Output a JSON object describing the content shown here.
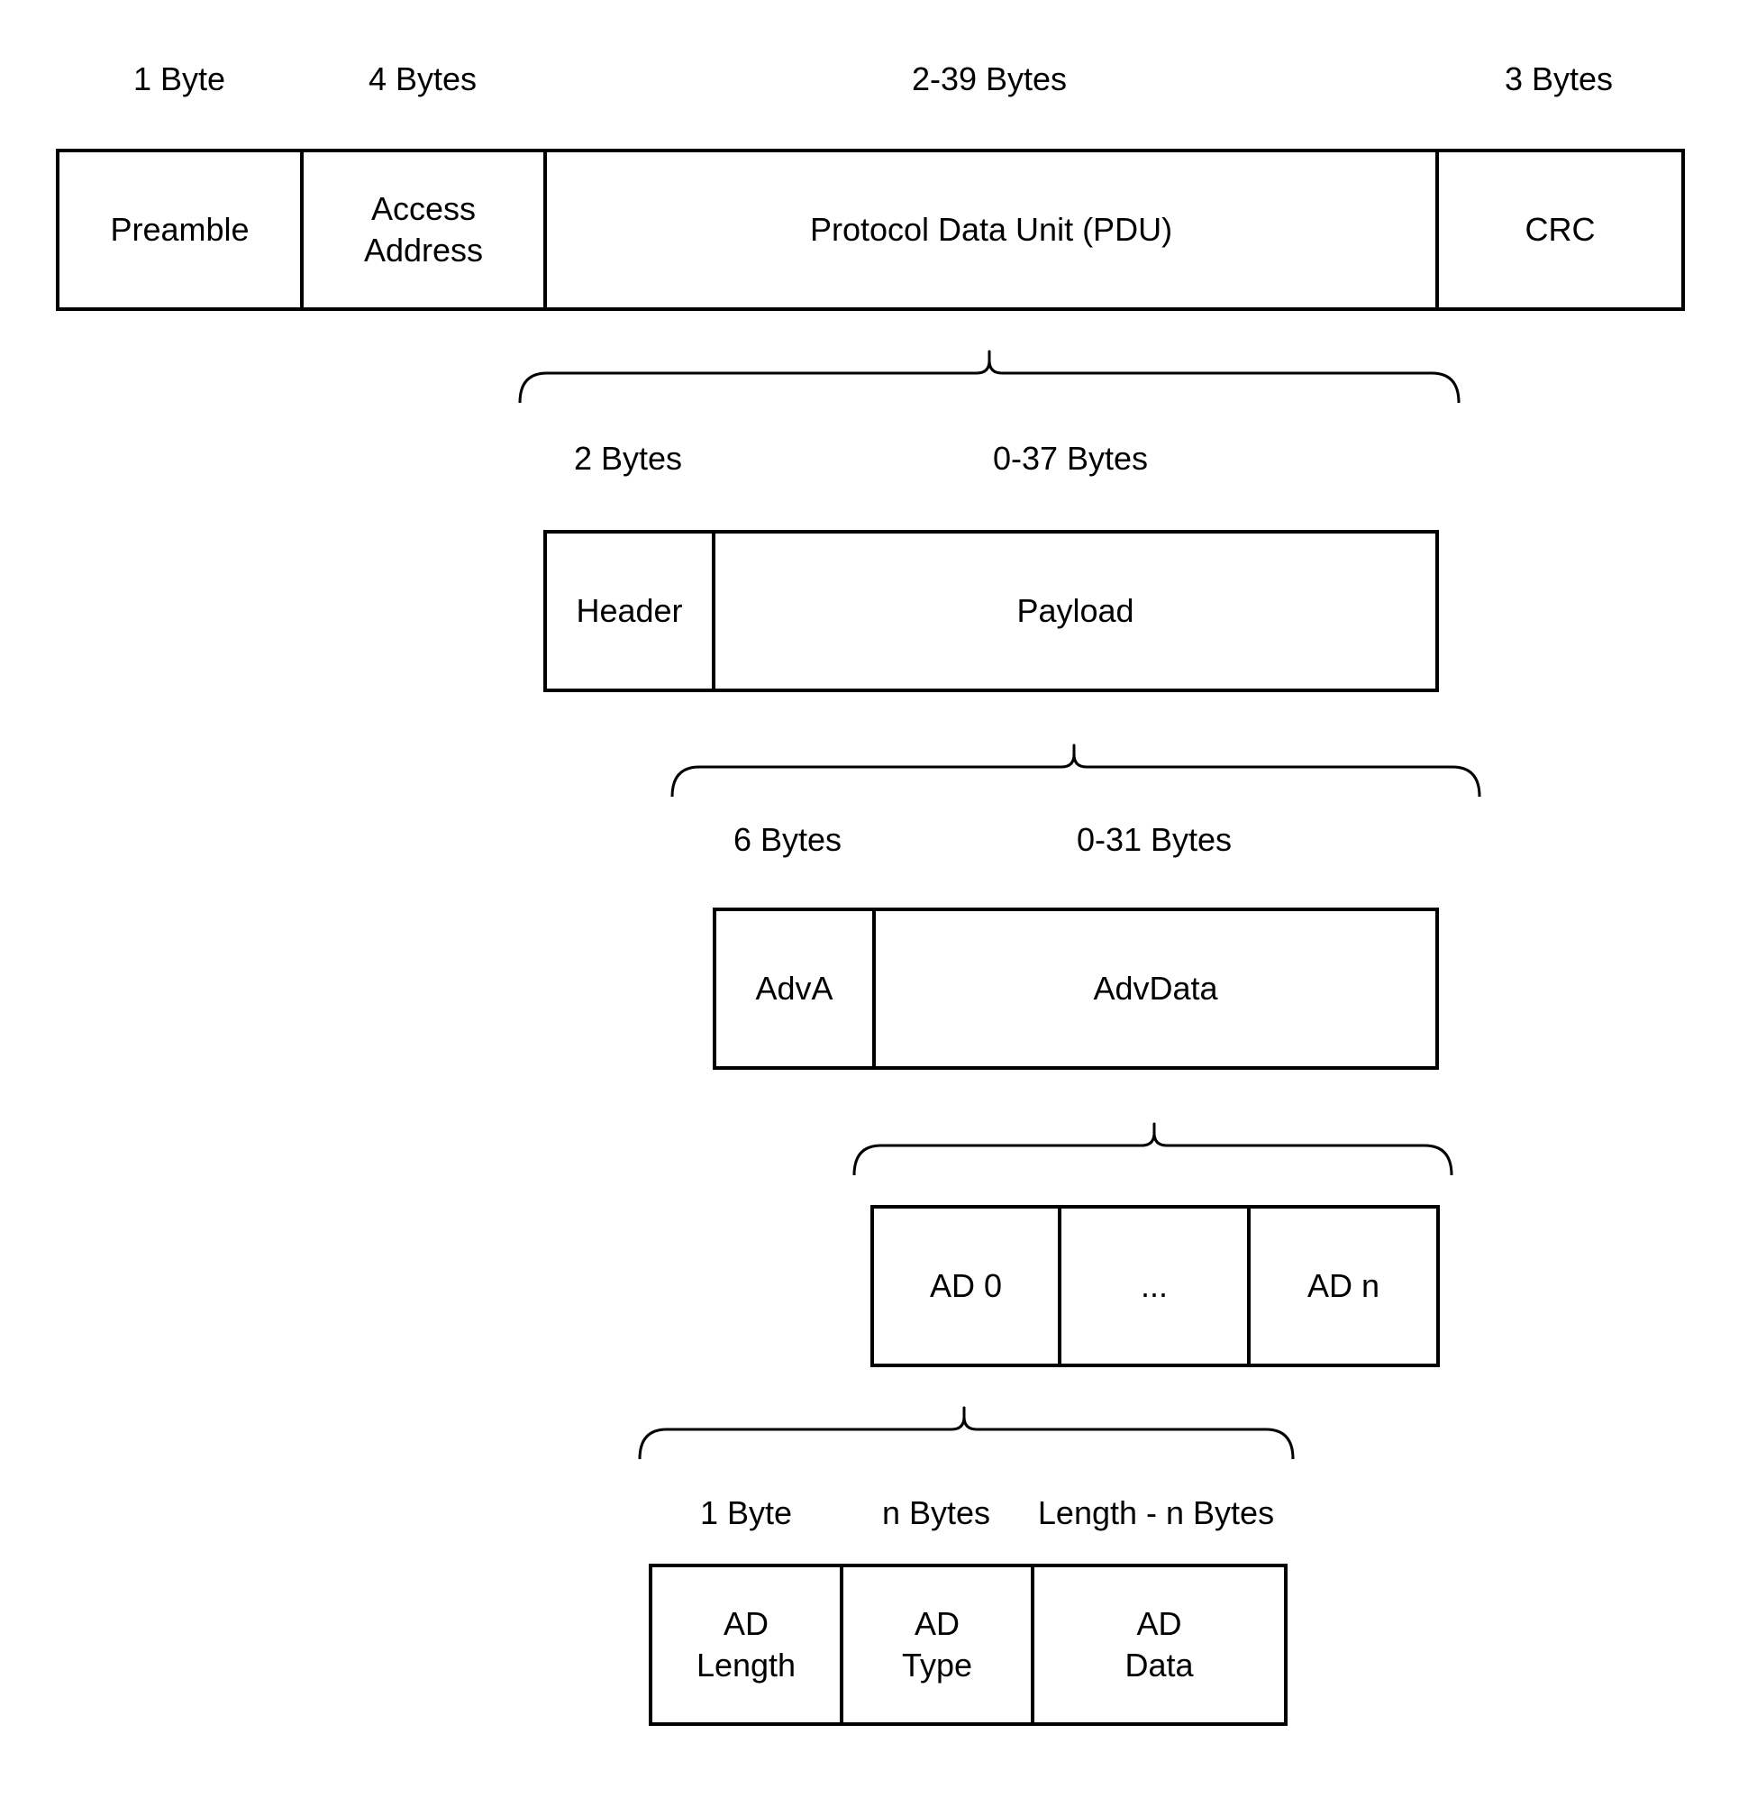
{
  "levels": {
    "packet": {
      "sizes": [
        "1 Byte",
        "4 Bytes",
        "2-39 Bytes",
        "3 Bytes"
      ],
      "cells": [
        "Preamble",
        "Access\nAddress",
        "Protocol Data Unit (PDU)",
        "CRC"
      ]
    },
    "pdu": {
      "sizes": [
        "2 Bytes",
        "0-37 Bytes"
      ],
      "cells": [
        "Header",
        "Payload"
      ]
    },
    "payload": {
      "sizes": [
        "6 Bytes",
        "0-31 Bytes"
      ],
      "cells": [
        "AdvA",
        "AdvData"
      ]
    },
    "advdata": {
      "cells": [
        "AD 0",
        "...",
        "AD n"
      ]
    },
    "ad_structure": {
      "sizes": [
        "1 Byte",
        "n Bytes",
        "Length - n Bytes"
      ],
      "cells": [
        "AD\nLength",
        "AD\nType",
        "AD\nData"
      ]
    }
  },
  "colors": {
    "stroke": "#000000",
    "background": "#ffffff",
    "text": "#000000"
  }
}
